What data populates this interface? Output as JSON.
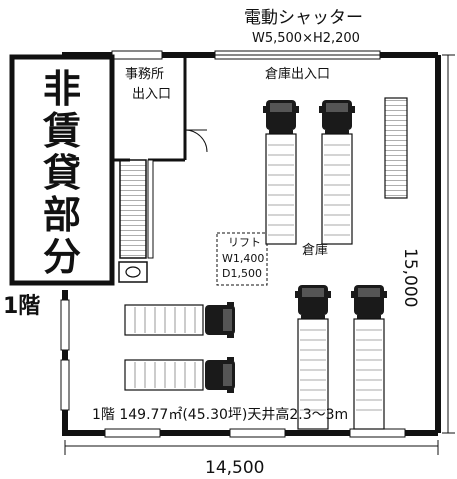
{
  "shutter": {
    "title": "電動シャッター",
    "size": "W5,500×H2,200"
  },
  "office_entrance": {
    "line1": "事務所",
    "line2": "出入口"
  },
  "warehouse_entrance": "倉庫出入口",
  "non_lease": {
    "chars": [
      "非",
      "賃",
      "貸",
      "部",
      "分"
    ]
  },
  "floor_label": "1階",
  "lift": {
    "title": "リフト",
    "w": "W1,400",
    "d": "D1,500"
  },
  "warehouse_label": "倉庫",
  "floor_info": "1階 149.77㎡(45.30坪)天井高2.3～3m",
  "dim_width": "14,500",
  "dim_depth": "15,000"
}
